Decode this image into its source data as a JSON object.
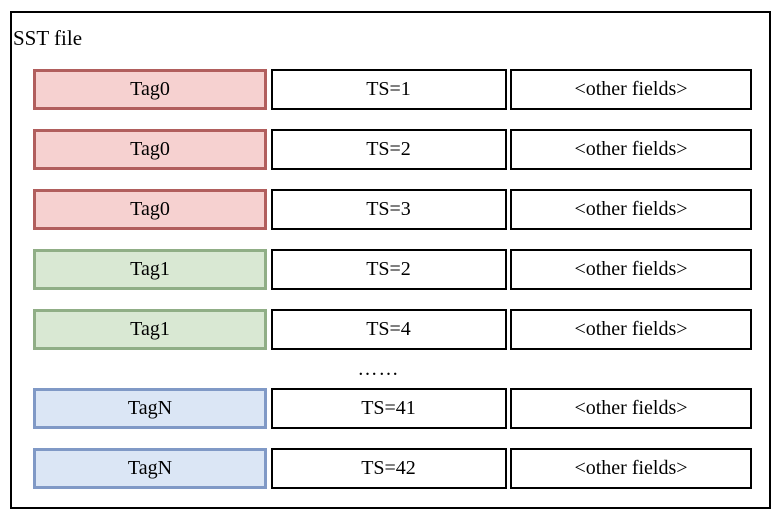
{
  "title": "SST file",
  "colors": {
    "red": {
      "fill": "#f6d1d0",
      "border": "#b15e5d"
    },
    "green": {
      "fill": "#d9e8d3",
      "border": "#90ae86"
    },
    "blue": {
      "fill": "#dbe6f5",
      "border": "#8099c6"
    },
    "cell_border": "#000000",
    "outer_border": "#000000",
    "text": "#000000"
  },
  "rows": [
    {
      "type": "record",
      "color": "red",
      "tag": "Tag0",
      "ts": "TS=1",
      "other": "<other fields>"
    },
    {
      "type": "record",
      "color": "red",
      "tag": "Tag0",
      "ts": "TS=2",
      "other": "<other fields>"
    },
    {
      "type": "record",
      "color": "red",
      "tag": "Tag0",
      "ts": "TS=3",
      "other": "<other fields>"
    },
    {
      "type": "record",
      "color": "green",
      "tag": "Tag1",
      "ts": "TS=2",
      "other": "<other fields>"
    },
    {
      "type": "record",
      "color": "green",
      "tag": "Tag1",
      "ts": "TS=4",
      "other": "<other fields>"
    },
    {
      "type": "ellipsis",
      "label": "……"
    },
    {
      "type": "record",
      "color": "blue",
      "tag": "TagN",
      "ts": "TS=41",
      "other": "<other fields>"
    },
    {
      "type": "record",
      "color": "blue",
      "tag": "TagN",
      "ts": "TS=42",
      "other": "<other fields>"
    }
  ]
}
